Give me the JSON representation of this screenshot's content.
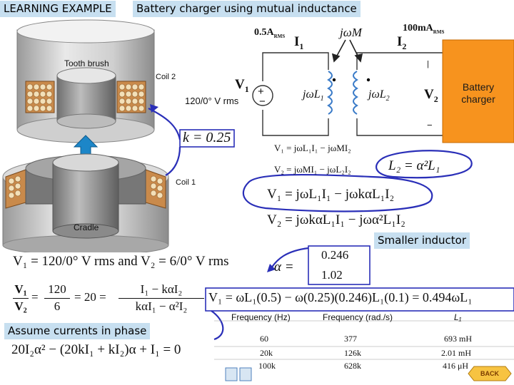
{
  "header": {
    "example_label": "LEARNING EXAMPLE",
    "title": "Battery charger using mutual inductance"
  },
  "device": {
    "tooth_brush": "Tooth brush",
    "coil2": "Coil 2",
    "coil1": "Coil 1",
    "cradle": "Cradle"
  },
  "circuit": {
    "current_left": "0.5A",
    "current_left_sub": "RMS",
    "i1": "I",
    "i1_sub": "1",
    "jwm": "jωM",
    "current_right": "100mA",
    "current_right_sub": "RMS",
    "i2": "I",
    "i2_sub": "2",
    "v1": "V",
    "v1_sub": "1",
    "source_value": "120/0° V rms",
    "jwl1": "jωL",
    "jwl1_sub": "1",
    "jwl2": "jωL",
    "jwl2_sub": "2",
    "v2": "V",
    "v2_sub": "2",
    "plus": "+",
    "minus": "−",
    "battery_label": "Battery charger"
  },
  "equations": {
    "k_value": "k = 0.25",
    "eq1_small": "V₁ = jωL₁I₁ − jωMI₂",
    "eq2_small": "V₂ = jωMI₁ − jωL₂I₂",
    "l2_relation": "L₂ = α²L₁",
    "eq1_large": "V₁ = jωL₁I₁ − jωkαL₁I₂",
    "eq2_large": "V₂ = jωkαL₁I₁ − jωα²L₁I₂",
    "smaller_inductor": "Smaller inductor",
    "alpha_top": "0.246",
    "alpha_bottom": "1.02",
    "alpha_lhs": "α =",
    "voltages": "V₁ = 120/0° V rms and V₂ = 6/0° V rms",
    "ratio": "V₁/V₂ = 120/6 = 20 = (I₁ − kαI₂)/(kαI₁ − α²I₂)",
    "ratio_lhs_num": "V₁",
    "ratio_lhs_den": "V₂",
    "ratio_mid_num": "120",
    "ratio_mid_den": "6",
    "ratio_eq": "= 20 =",
    "ratio_rhs_num": "I₁ − kαI₂",
    "ratio_rhs_den": "kαI₁ − α²I₂",
    "assume": "Assume currents in phase",
    "quadratic": "20I₂α² − (20kI₁ + kI₂)α + I₁ = 0",
    "v1_expansion": "V₁ = ωL₁(0.5) − ω(0.25)(0.246)L₁(0.1) = 0.494ωL₁"
  },
  "table": {
    "headers": [
      "Frequency (Hz)",
      "Frequency (rad./s)",
      "L₁"
    ],
    "rows": [
      [
        "60",
        "377",
        "693 mH"
      ],
      [
        "20k",
        "126k",
        "2.01 mH"
      ],
      [
        "100k",
        "628k",
        "416 μH"
      ]
    ]
  },
  "nav": {
    "back_label": "BACK"
  },
  "colors": {
    "label_bg": "#c7dff0",
    "annotation_blue": "#2a2fb8",
    "battery_fill": "#f7931e",
    "inductor_blue": "#3a7bc8",
    "arrow_blue": "#1c86c8"
  }
}
